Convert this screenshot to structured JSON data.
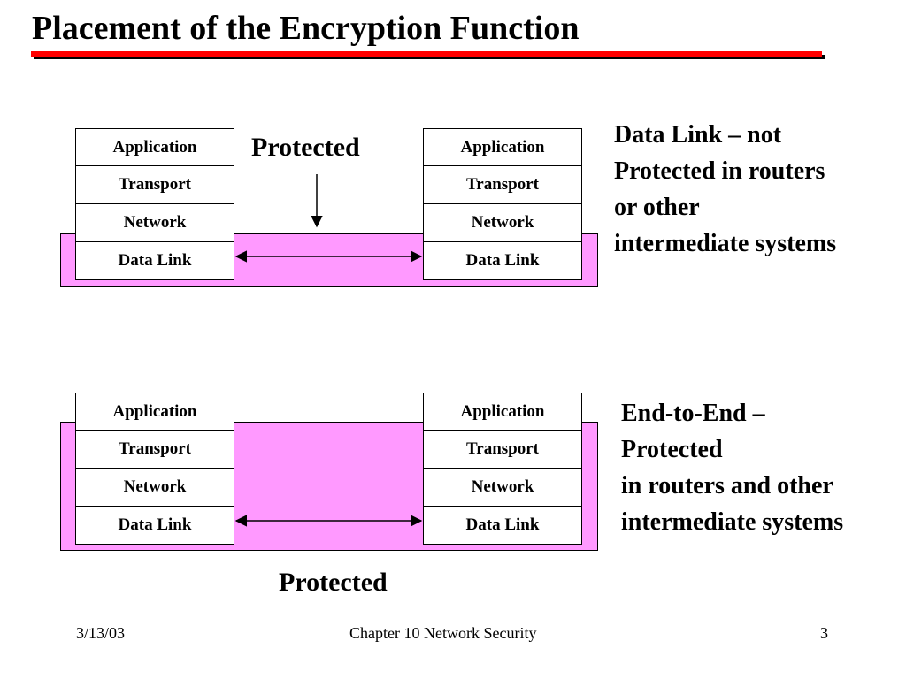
{
  "slide": {
    "title": "Placement of the Encryption Function"
  },
  "diagram_top": {
    "left_stack": [
      "Application",
      "Transport",
      "Network",
      "Data Link"
    ],
    "right_stack": [
      "Application",
      "Transport",
      "Network",
      "Data Link"
    ],
    "protected_label": "Protected",
    "description": [
      "Data Link – not",
      "Protected in routers",
      "or other",
      "intermediate systems"
    ]
  },
  "diagram_bottom": {
    "left_stack": [
      "Application",
      "Transport",
      "Network",
      "Data Link"
    ],
    "right_stack": [
      "Application",
      "Transport",
      "Network",
      "Data Link"
    ],
    "protected_label": "Protected",
    "description": [
      "End-to-End –",
      "Protected",
      "in routers and other",
      "intermediate systems"
    ]
  },
  "footer": {
    "date": "3/13/03",
    "chapter": "Chapter 10 Network Security",
    "page": "3"
  },
  "colors": {
    "title_underline": "#ff0000",
    "band_fill": "#ff99ff"
  }
}
